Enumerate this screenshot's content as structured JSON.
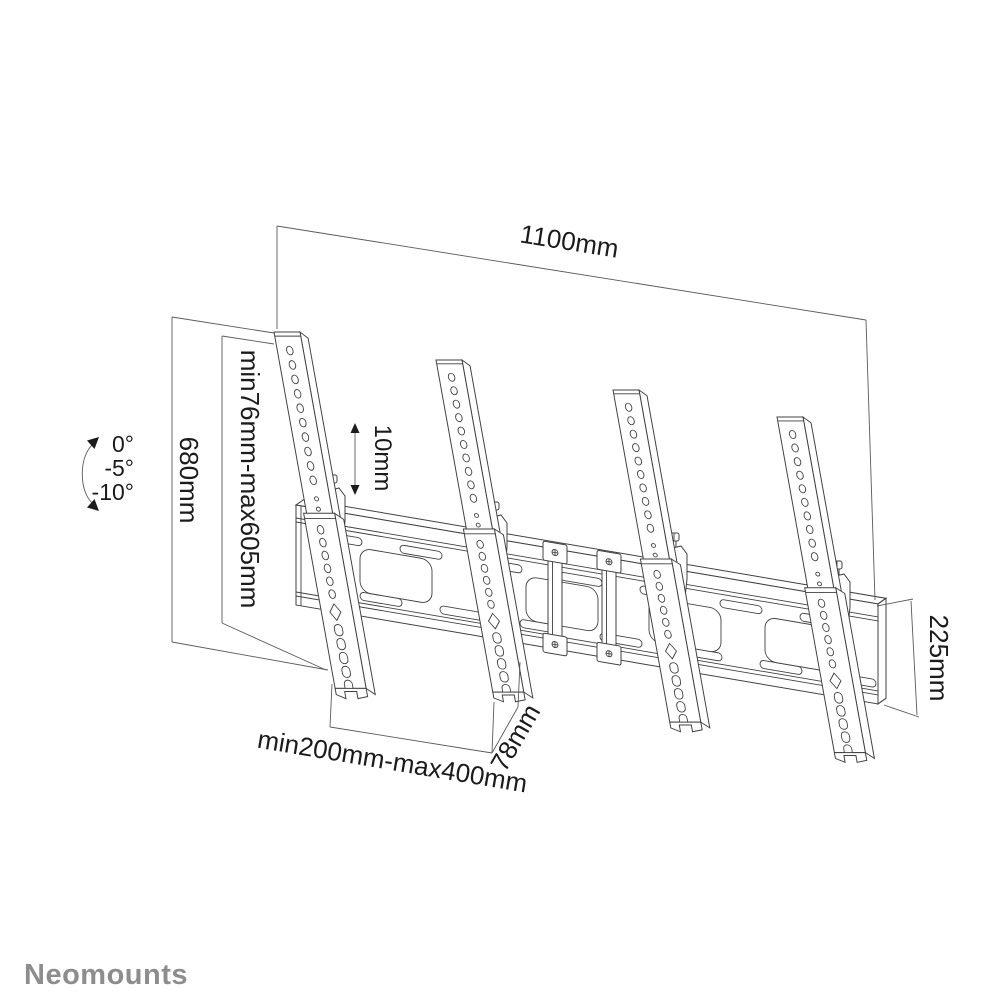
{
  "diagram": {
    "title_semantic": "tilting-tv-wall-mount-dimension-drawing",
    "labels": {
      "width": "1100mm",
      "height": "680mm",
      "vesa_vertical": "min76mm-max605mm",
      "step": "10mm",
      "vesa_horizontal": "min200mm-max400mm",
      "depth": "78mm",
      "plate_height": "225mm"
    },
    "tilt": {
      "angles": [
        "0°",
        "-5°",
        "-10°"
      ]
    }
  },
  "brand": {
    "name": "Neomounts"
  },
  "colors": {
    "background": "#ffffff",
    "line_art": "#404040",
    "dimension_line": "#5a5a5a",
    "label_text": "#1b1b1b",
    "logo_gray": "#8d8d8d"
  }
}
